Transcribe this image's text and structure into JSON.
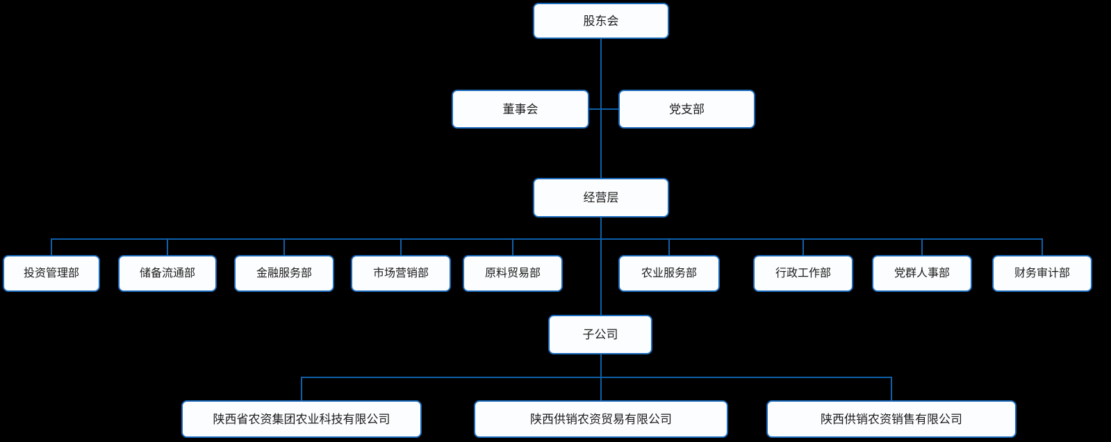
{
  "colors": {
    "background": "#000000",
    "line_blue": "#0f61aa",
    "node_border_blue": "#1a6abc",
    "node_fill": "#fcfdfe",
    "node_text": "#1a1a1a"
  },
  "org_chart": {
    "type": "organization-chart",
    "root": {
      "label": "股东会"
    },
    "governance": [
      {
        "label": "董事会"
      },
      {
        "label": "党支部"
      }
    ],
    "management": {
      "label": "经营层"
    },
    "departments": [
      {
        "label": "投资管理部"
      },
      {
        "label": "储备流通部"
      },
      {
        "label": "金融服务部"
      },
      {
        "label": "市场营销部"
      },
      {
        "label": "原料贸易部"
      },
      {
        "label": "农业服务部"
      },
      {
        "label": "行政工作部"
      },
      {
        "label": "党群人事部"
      },
      {
        "label": "财务审计部"
      }
    ],
    "subsidiary_group": {
      "label": "子公司"
    },
    "subsidiaries": [
      {
        "label": "陕西省农资集团农业科技有限公司"
      },
      {
        "label": "陕西供销农资贸易有限公司"
      },
      {
        "label": "陕西供销农资销售有限公司"
      }
    ]
  }
}
